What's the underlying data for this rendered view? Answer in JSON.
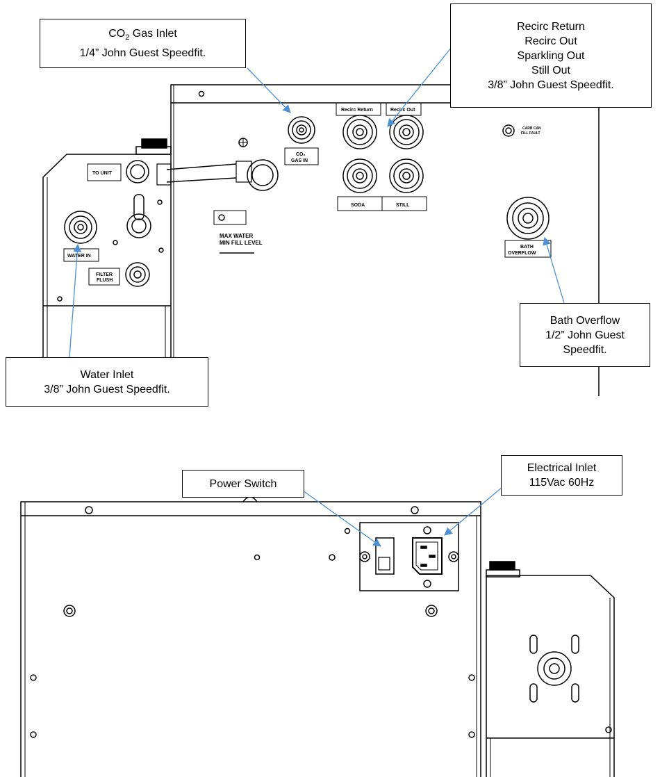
{
  "callouts": {
    "co2": {
      "line1_prefix": "CO",
      "line1_sub": "2",
      "line1_suffix": " Gas Inlet",
      "line2": "1/4” John Guest Speedfit."
    },
    "recirc": {
      "lines": [
        "Recirc Return",
        "Recirc Out",
        "Sparkling Out",
        "Still Out",
        "3/8” John Guest Speedfit."
      ]
    },
    "bath": {
      "lines": [
        "Bath Overflow",
        "1/2” John Guest",
        "Speedfit."
      ]
    },
    "water": {
      "lines": [
        "Water Inlet",
        "3/8” John Guest Speedfit."
      ]
    },
    "power": {
      "lines": [
        "Power Switch"
      ]
    },
    "electrical": {
      "lines": [
        "Electrical Inlet",
        "115Vac 60Hz"
      ]
    }
  },
  "panel_labels": {
    "recirc_return": "Recirc Return",
    "recirc_out": "Recirc Out",
    "soda": "SODA",
    "still": "STILL",
    "co2_gas_in_1": "CO₂",
    "co2_gas_in_2": "GAS IN",
    "carb_fault_1": "CARB CAN",
    "carb_fault_2": "FILL FAULT",
    "bath_overflow_1": "BATH",
    "bath_overflow_2": "OVERFLOW",
    "to_unit": "TO UNIT",
    "water_in": "WATER IN",
    "filter_flush_1": "FILTER",
    "filter_flush_2": "FLUSH",
    "max_water": "MAX   WATER",
    "min_fill": "MIN  FILL LEVEL"
  },
  "colors": {
    "leader": "#4a90d2",
    "outline": "#000000"
  }
}
